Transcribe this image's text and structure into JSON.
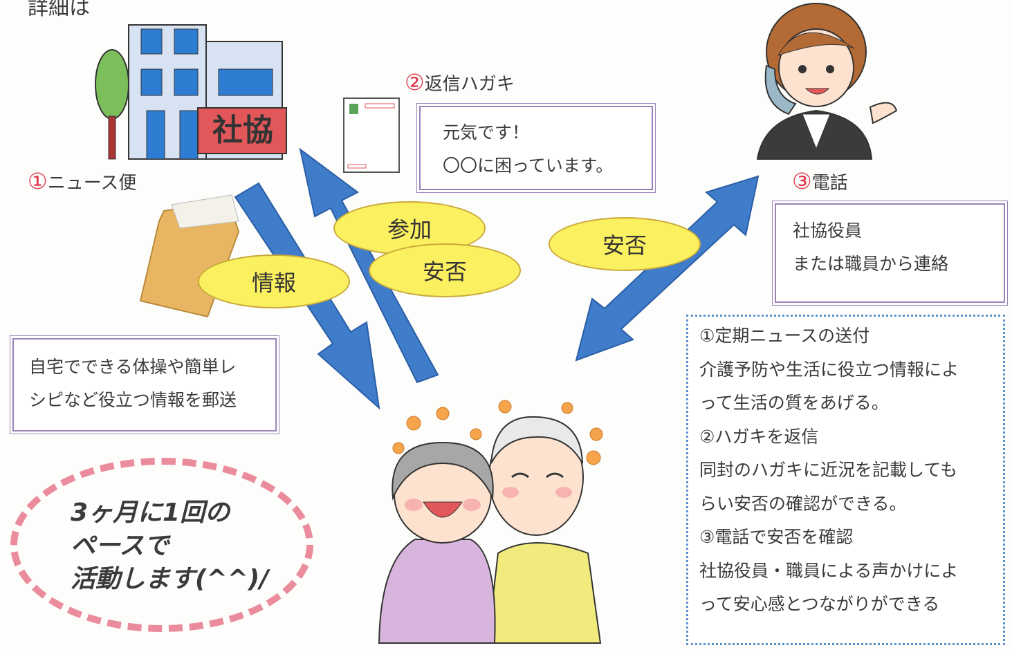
{
  "header_fragment": "詳細は",
  "office_sign": "社協",
  "steps": {
    "news": {
      "num": "①",
      "label": "ニュース便"
    },
    "postcard": {
      "num": "②",
      "label": "返信ハガキ"
    },
    "phone": {
      "num": "③",
      "label": "電話"
    }
  },
  "flow_tags": {
    "info": "情報",
    "participation": "参加",
    "safety_1": "安否",
    "safety_2": "安否"
  },
  "boxes": {
    "postcard_lines": [
      "元気です！",
      "〇〇に困っています。"
    ],
    "phone_lines": [
      "社協役員",
      "または職員から連絡"
    ],
    "news_lines": [
      "自宅でできる体操や簡単レ",
      "シピなど役立つ情報を郵送"
    ]
  },
  "details": [
    "①定期ニュースの送付",
    "介護予防や生活に役立つ情報によ",
    "って生活の質をあげる。",
    "②ハガキを返信",
    "同封のハガキに近況を記載しても",
    "らい安否の確認ができる。",
    "③電話で安否を確認",
    "社協役員・職員による声かけによ",
    "って安心感とつながりができる"
  ],
  "pace": [
    "3ヶ月に1回の",
    "ペースで",
    "活動します(^^)/"
  ],
  "colors": {
    "arrow": "#3f7cc9",
    "tag_fill": "#fbf060",
    "box_border": "#9a82b9",
    "step_number": "#e0334a",
    "pace_border": "#ea8c9c",
    "detail_border": "#5a8fd0"
  }
}
